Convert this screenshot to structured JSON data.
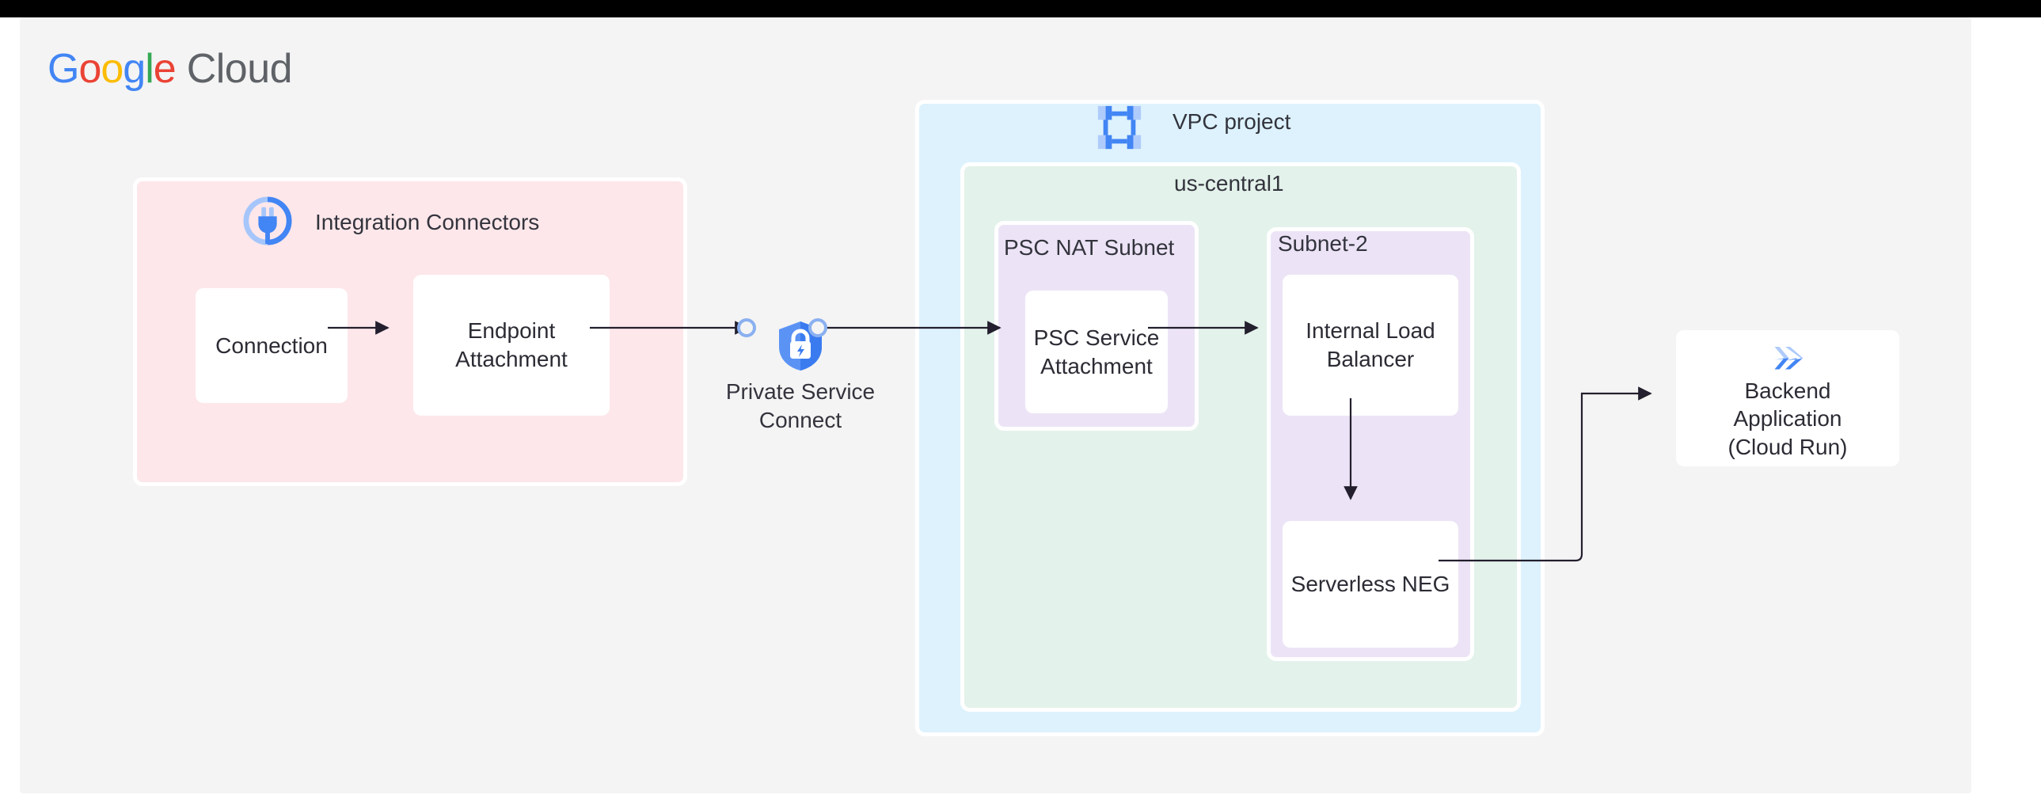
{
  "brand": {
    "logo_google": "Google",
    "logo_cloud": "Cloud",
    "colors": {
      "blue": "#4285F4",
      "red": "#EA4335",
      "yellow": "#FBBC05",
      "green": "#34A853",
      "gray": "#5F6368"
    }
  },
  "diagram": {
    "type": "architecture-diagram",
    "canvas_background": "#f4f4f4",
    "zones": [
      {
        "id": "integration-connectors",
        "label": "Integration Connectors",
        "color": "#fde7ea",
        "icon": "integration-connectors-icon"
      },
      {
        "id": "vpc-project",
        "label": "VPC project",
        "color": "#ddf2fd",
        "icon": "vpc-icon"
      },
      {
        "id": "region",
        "label": "us-central1",
        "color": "#e3f2ea",
        "icon": null
      },
      {
        "id": "psc-nat-subnet",
        "label": "PSC NAT Subnet",
        "color": "#ece4f6",
        "icon": null
      },
      {
        "id": "subnet-2",
        "label": "Subnet-2",
        "color": "#ece4f6",
        "icon": null
      }
    ],
    "nodes": [
      {
        "id": "connection",
        "label": "Connection",
        "zone": "integration-connectors"
      },
      {
        "id": "endpoint-attachment",
        "label": "Endpoint\nAttachment",
        "zone": "integration-connectors"
      },
      {
        "id": "private-service-connect",
        "label": "Private Service\nConnect",
        "zone": null,
        "icon": "private-service-connect-shield-icon"
      },
      {
        "id": "psc-service-attachment",
        "label": "PSC Service\nAttachment",
        "zone": "psc-nat-subnet"
      },
      {
        "id": "internal-load-balancer",
        "label": "Internal Load\nBalancer",
        "zone": "subnet-2"
      },
      {
        "id": "serverless-neg",
        "label": "Serverless NEG",
        "zone": "subnet-2"
      },
      {
        "id": "backend-application",
        "label": "Backend\nApplication\n(Cloud Run)",
        "zone": null,
        "icon": "cloud-run-icon"
      }
    ],
    "edges": [
      {
        "from": "connection",
        "to": "endpoint-attachment"
      },
      {
        "from": "endpoint-attachment",
        "to": "private-service-connect"
      },
      {
        "from": "private-service-connect",
        "to": "psc-service-attachment"
      },
      {
        "from": "psc-service-attachment",
        "to": "internal-load-balancer"
      },
      {
        "from": "internal-load-balancer",
        "to": "serverless-neg"
      },
      {
        "from": "serverless-neg",
        "to": "backend-application"
      }
    ]
  }
}
